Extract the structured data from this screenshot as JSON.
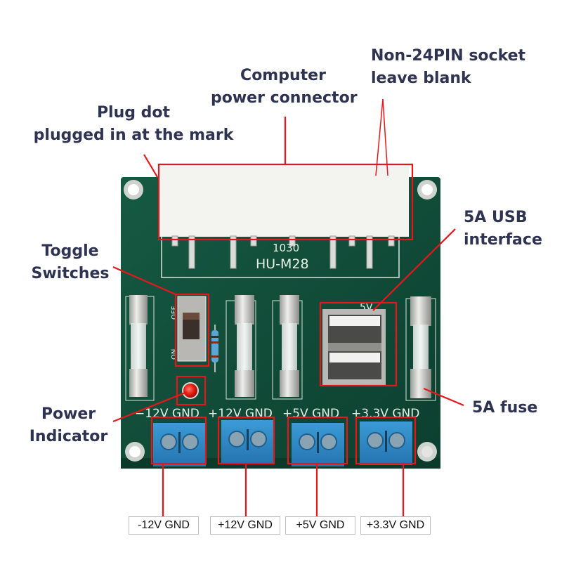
{
  "annotations": {
    "computer_power_connector": [
      "Computer",
      "power connector"
    ],
    "non24pin_socket": [
      "Non-24PIN socket",
      "leave blank"
    ],
    "plug_dot": [
      "Plug dot",
      "plugged in at the mark"
    ],
    "usb_interface": [
      "5A USB",
      "interface"
    ],
    "toggle_switches": [
      "Toggle",
      "Switches"
    ],
    "fuse": [
      "5A fuse"
    ],
    "power_indicator": [
      "Power",
      "Indicator"
    ]
  },
  "board": {
    "model_number": "1030",
    "model_name": "HU-M28",
    "switch_off_label": "OFF",
    "switch_on_label": "ON",
    "usb_silk_label": "5V",
    "terminal_silk_labels": [
      "−12V GND",
      "+12V GND",
      "+5V GND",
      "+3.3V GND"
    ]
  },
  "outputs": [
    "-12V GND",
    "+12V GND",
    "+5V GND",
    "+3.3V GND"
  ],
  "colors": {
    "annotation_text": "#2f3352",
    "callout_red": "#e8161b",
    "pcb_green": "#0f4a37",
    "terminal_blue": "#2f8bc9"
  }
}
